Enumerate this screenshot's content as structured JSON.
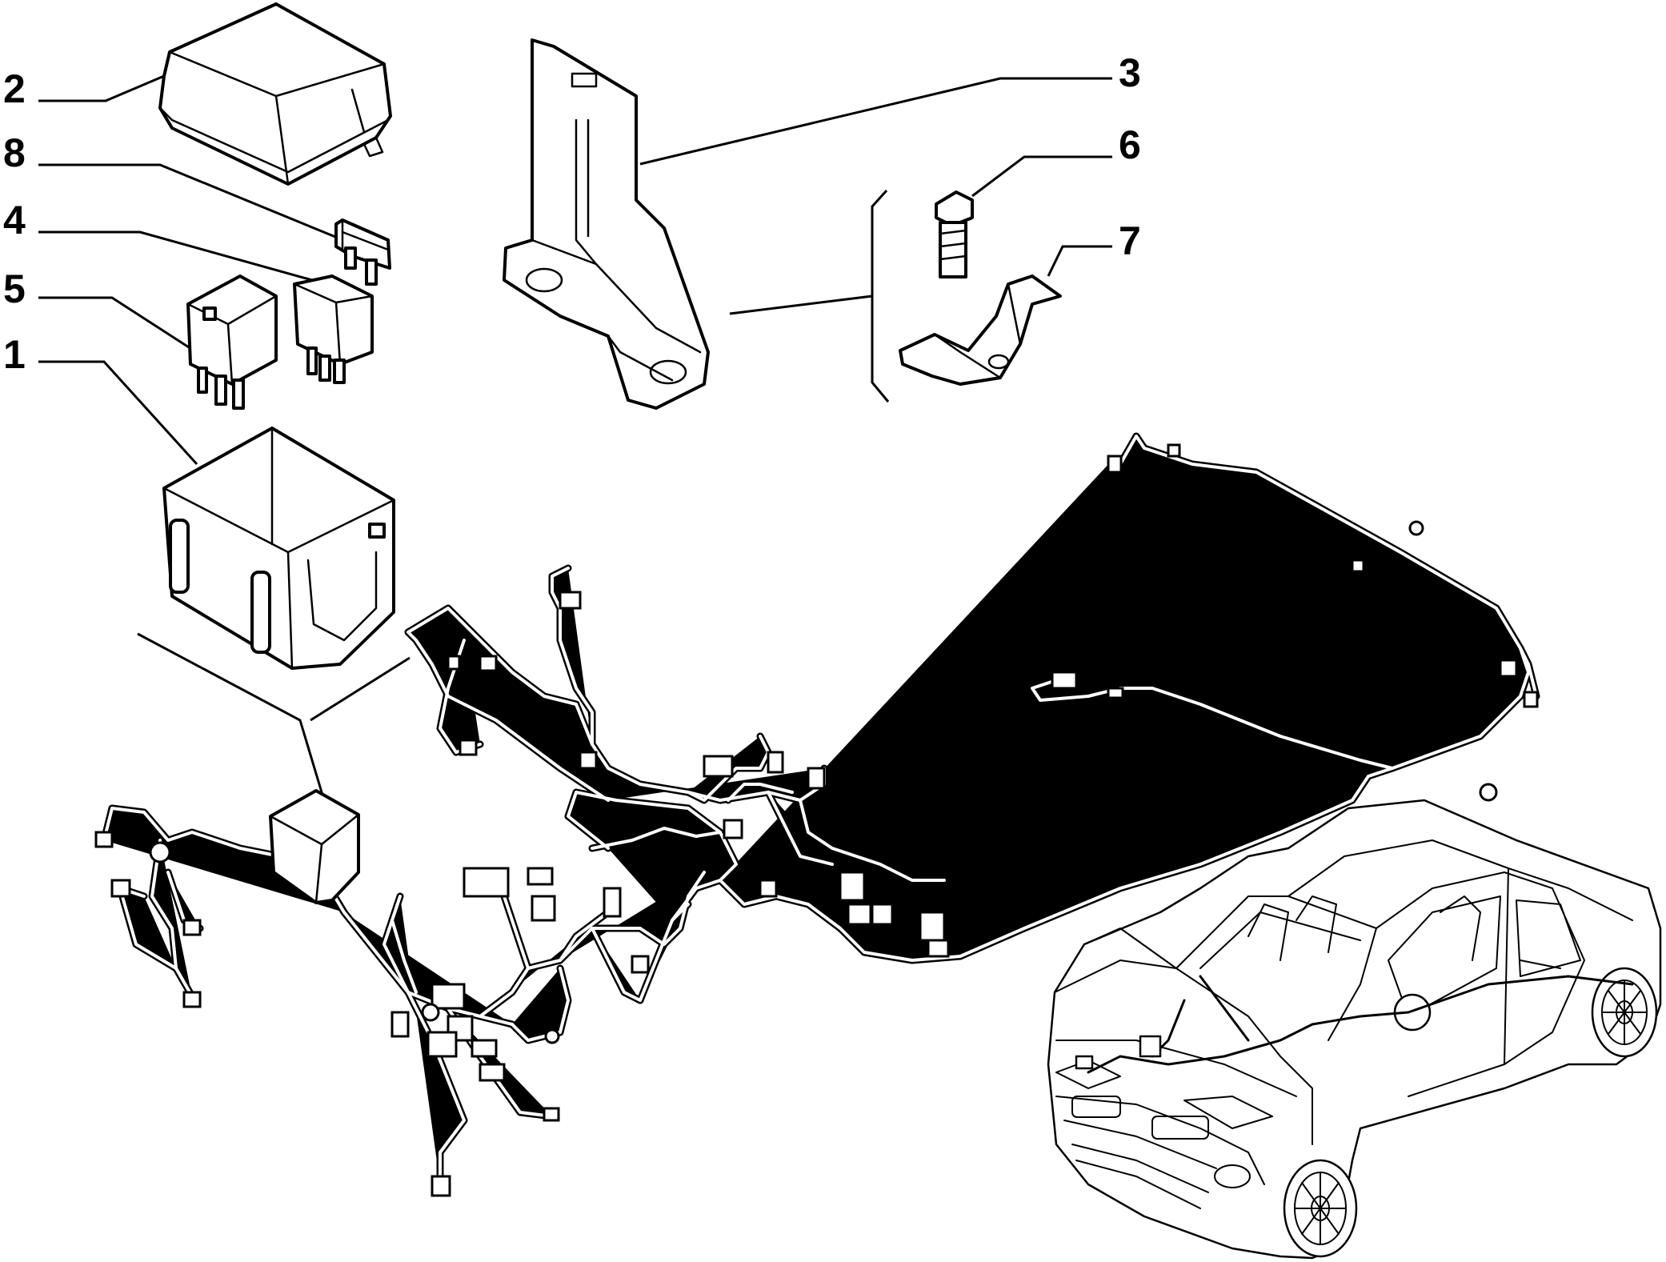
{
  "callouts": {
    "c1": "1",
    "c2": "2",
    "c3": "3",
    "c4": "4",
    "c5": "5",
    "c6": "6",
    "c7": "7",
    "c8": "8"
  }
}
